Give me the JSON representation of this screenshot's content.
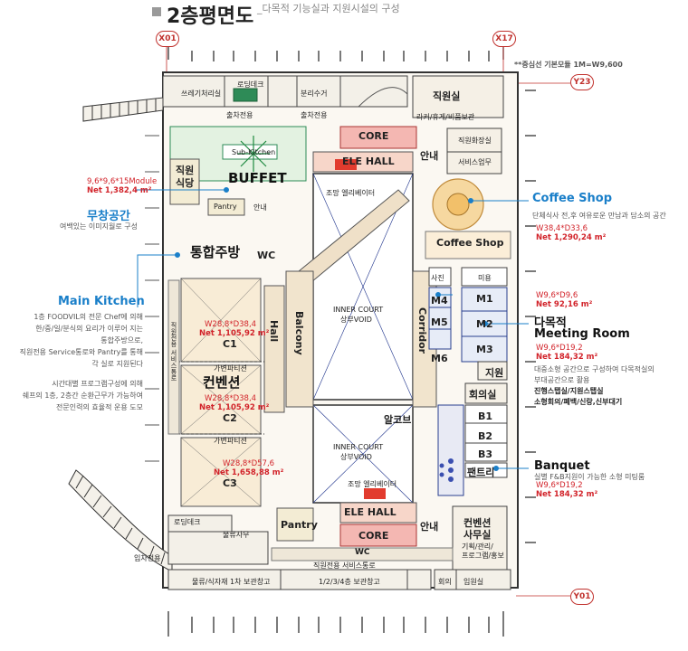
{
  "header": {
    "title": "2층평면도",
    "subtitle": "_다목적 기능실과 지원시설의 구성"
  },
  "grid": {
    "left": "X01",
    "right": "X17",
    "top": "Y23",
    "bottom": "Y01",
    "module_note": "**중심선 기본모듈 1M=W9,600"
  },
  "rooms": {
    "loading_top": "로딩데크",
    "waste": "쓰레기처리실",
    "separate": "분리수거",
    "staff_in_1": "출차전용",
    "staff_in_2": "출차전용",
    "staff_room": "직원실",
    "locker": "라커/휴게/비품보관",
    "staff_toilet": "직원화장실",
    "service_desk": "서비스업무",
    "core_top": "CORE",
    "ele_hall_top": "ELE HALL",
    "info_top": "안내",
    "sub_kitchen": "Sub-Kitchen",
    "buffet": "BUFFET",
    "staff_cafe": "직원\n식당",
    "pantry_top": "Pantry",
    "info_left": "안내",
    "view_elev_top": "조망 엘리베이터",
    "wc_left": "WC",
    "integrated_kitchen": "통합주방",
    "hall": "Hall",
    "balcony": "Balcony",
    "inner_court_top": "INNER COURT",
    "inner_court_top_sub": "상부VOID",
    "corridor": "Corridor",
    "coffee_shop": "Coffee Shop",
    "photo": "사진",
    "beauty": "미용",
    "m1": "M1",
    "m2": "M2",
    "m3": "M3",
    "m4": "M4",
    "m5": "M5",
    "m6": "M6",
    "support": "지원",
    "conference": "회의실",
    "b1": "B1",
    "b2": "B2",
    "b3": "B3",
    "pantry_right": "팬트리",
    "c1": "C1",
    "c2": "C2",
    "c3": "C3",
    "partition_1": "가변파티션",
    "partition_2": "가변파티션",
    "convention": "컨벤션",
    "alcove": "알코브",
    "inner_court_bot": "INNER COURT",
    "inner_court_bot_sub": "상부VOID",
    "view_elev_bot": "조망 엘리베이터",
    "ele_hall_bot": "ELE HALL",
    "core_bot": "CORE",
    "info_bot": "안내",
    "pantry_bot": "Pantry",
    "conv_office": "컨벤션\n사무실",
    "conv_office_sub": "기획/관리/\n프로그램/홍보",
    "loading_bot": "로딩데크",
    "logistics": "물류사무",
    "entry_only": "입차전용",
    "wc_bot": "WC",
    "staff_service_corr": "직원전용 서비스통로",
    "storage_1": "물류/식자재 1차 보관창고",
    "storage_2": "1/2/3/4층 보관창고",
    "meeting": "회의",
    "staff_office": "임원실",
    "staff_service_vert": "직원전용 서비스통로"
  },
  "dims": {
    "buffet_dim": "9,6*9,6*15Module",
    "buffet_net": "Net 1,382,4 m²",
    "coffee_dim": "W38,4*D33,6",
    "coffee_net": "Net 1,290,24 m²",
    "m_dim": "W9,6*D9,6",
    "m_net": "Net 92,16 m²",
    "mm_dim": "W9,6*D19,2",
    "mm_net": "Net 184,32 m²",
    "c1_dim": "W28,8*D38,4",
    "c1_net": "Net 1,105,92 m²",
    "c2_dim": "W28,8*D38,4",
    "c2_net": "Net 1,105,92 m²",
    "c3_dim": "W28,8*D57,6",
    "c3_net": "Net 1,658,88 m²",
    "banquet_dim": "W9,6*D19,2",
    "banquet_net": "Net 184,32 m²"
  },
  "callouts": {
    "free_space_title": "무창공간",
    "free_space_desc": "여백있는 이미지월로 구성",
    "main_kitchen_title": "Main Kitchen",
    "main_kitchen_desc_1": "1층 FOODVIL의 전문 Chef에 의해",
    "main_kitchen_desc_2": "한/중/일/분식의 요리가 이루어 지는",
    "main_kitchen_desc_3": "통합주방으로,",
    "main_kitchen_desc_4": "직원전용 Service통로와 Pantry를 통해",
    "main_kitchen_desc_5": "각 실로 지원된다",
    "kitchen_desc_6": "시간대별 프로그램구성에 의해",
    "kitchen_desc_7": "쉐프의 1층, 2층간 순환근무가 가능하여",
    "kitchen_desc_8": "전문인력의 효율적 운용 도모",
    "coffee_title": "Coffee Shop",
    "coffee_desc": "단체식사 전,후 여유로운 만남과 담소의 공간",
    "meeting_title_1": "다목적",
    "meeting_title_2": "Meeting Room",
    "meeting_desc_1": "대중소형 공간으로 구성하여 다목적실의",
    "meeting_desc_2": "부대공간으로 활용",
    "meeting_desc_3": "진행스탭실/지원스탭실",
    "meeting_desc_4": "소형회의/폐백/신랑,신부대기",
    "banquet_title": "Banquet",
    "banquet_desc": "실별 F&B지원이 가능한 소형 미팅룸"
  },
  "colors": {
    "accent_blue": "#1a7fc9",
    "accent_red": "#d2232a",
    "grid_red": "#c0302c"
  }
}
